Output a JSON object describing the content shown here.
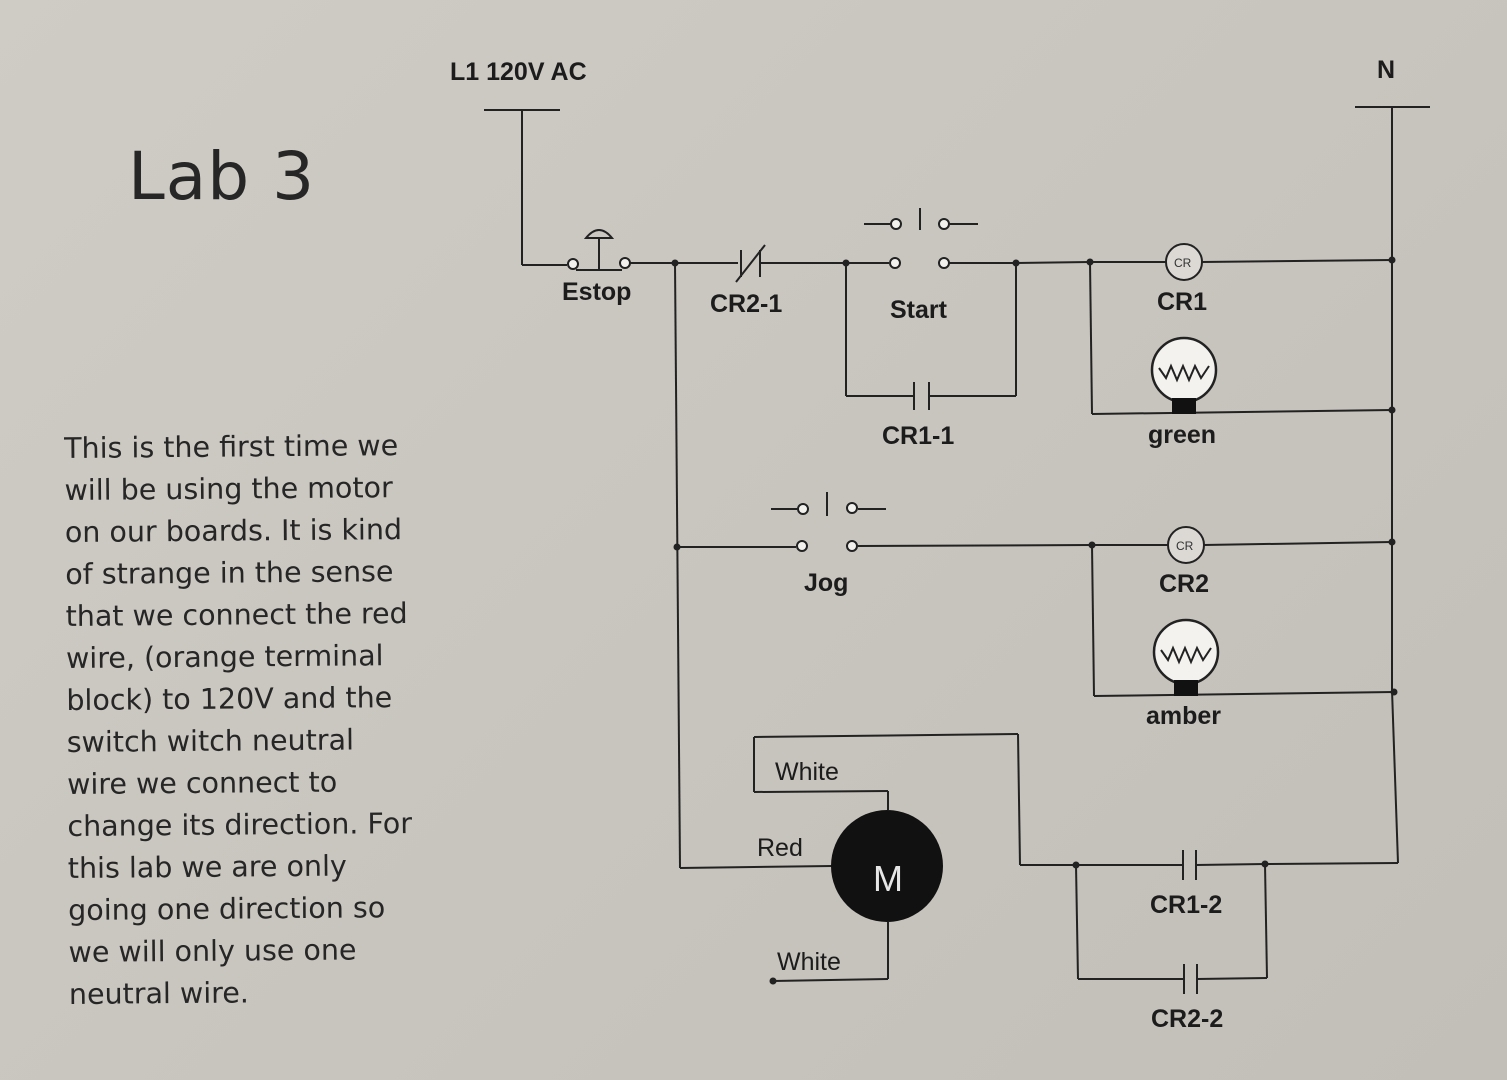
{
  "title": "Lab 3",
  "description_lines": [
    "This is the first time we",
    "will be using the motor",
    "on our boards. It is kind",
    "of strange in the sense",
    "that we connect the red",
    "wire, (orange terminal",
    "block) to 120V and the",
    "switch witch neutral",
    "wire we connect to",
    "change its direction. For",
    "this lab we are only",
    "going one direction so",
    "we will only use one",
    "neutral wire."
  ],
  "diagram": {
    "rail_left": "L1 120V AC",
    "rail_right": "N",
    "estop": "Estop",
    "cr2_1": "CR2-1",
    "start": "Start",
    "cr1_1": "CR1-1",
    "coil_text": "CR",
    "cr1": "CR1",
    "green": "green",
    "jog": "Jog",
    "cr2": "CR2",
    "amber": "amber",
    "white_top": "White",
    "red": "Red",
    "motor": "M",
    "white_bottom": "White",
    "cr1_2": "CR1-2",
    "cr2_2": "CR2-2"
  }
}
